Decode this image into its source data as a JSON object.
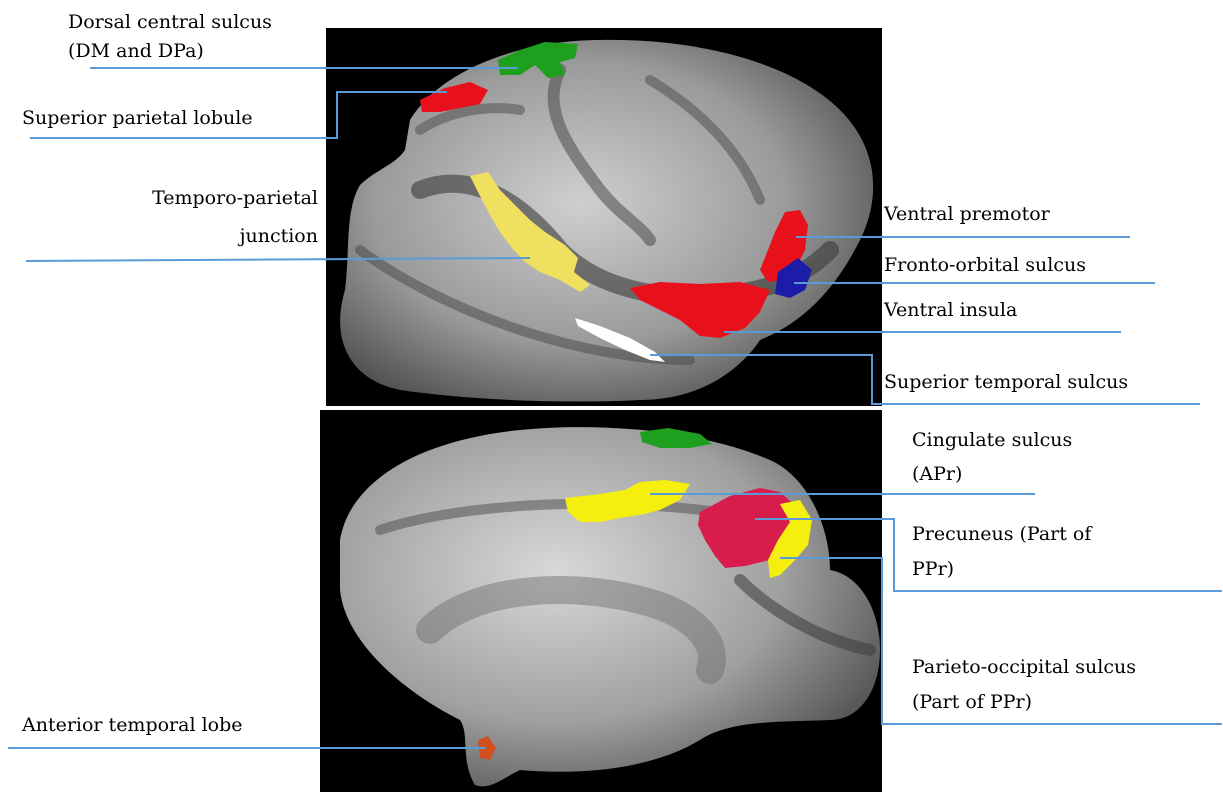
{
  "colors": {
    "background_panel": "#000000",
    "cortex_surface": "#9a9a9a",
    "leader_line": "#5b9bd5",
    "region_red": "#e8101a",
    "region_green": "#1ea01e",
    "region_yellow": "#f0e060",
    "region_bright_yellow": "#f5ef10",
    "region_crimson": "#d81c4c",
    "region_blue": "#1c1ca8",
    "region_white": "#ffffff"
  },
  "lateral_view": {
    "labels": {
      "dorsal_central_sulcus_line1": "Dorsal central sulcus",
      "dorsal_central_sulcus_line2": "(DM and DPa)",
      "superior_parietal_lobule": "Superior parietal lobule",
      "temporo_parietal_junction_line1": "Temporo-parietal",
      "temporo_parietal_junction_line2": "junction",
      "ventral_premotor": "Ventral premotor",
      "fronto_orbital_sulcus": "Fronto-orbital sulcus",
      "ventral_insula": "Ventral insula",
      "superior_temporal_sulcus": "Superior temporal sulcus"
    }
  },
  "medial_view": {
    "labels": {
      "cingulate_sulcus_line1": "Cingulate sulcus",
      "cingulate_sulcus_line2": "(APr)",
      "precuneus_line1": "Precuneus (Part of",
      "precuneus_line2": "PPr)",
      "parieto_occipital_sulcus_line1": "Parieto-occipital sulcus",
      "parieto_occipital_sulcus_line2": "(Part of PPr)",
      "anterior_temporal_lobe": "Anterior temporal lobe"
    }
  }
}
